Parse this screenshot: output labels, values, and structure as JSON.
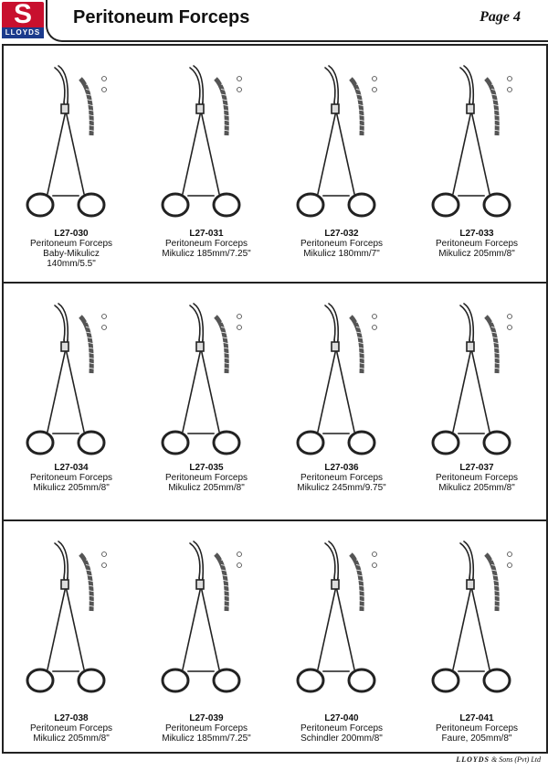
{
  "header": {
    "logo_letter": "S",
    "logo_text": "LLOYDS",
    "title": "Peritoneum Forceps",
    "page": "Page 4"
  },
  "items": [
    {
      "code": "L27-030",
      "name": "Peritoneum Forceps",
      "desc": "Baby-Mikulicz",
      "size": "140mm/5.5\""
    },
    {
      "code": "L27-031",
      "name": "Peritoneum Forceps",
      "desc": "Mikulicz 185mm/7.25\"",
      "size": ""
    },
    {
      "code": "L27-032",
      "name": "Peritoneum Forceps",
      "desc": "Mikulicz 180mm/7\"",
      "size": ""
    },
    {
      "code": "L27-033",
      "name": "Peritoneum Forceps",
      "desc": "Mikulicz 205mm/8\"",
      "size": ""
    },
    {
      "code": "L27-034",
      "name": "Peritoneum Forceps",
      "desc": "Mikulicz 205mm/8\"",
      "size": ""
    },
    {
      "code": "L27-035",
      "name": "Peritoneum Forceps",
      "desc": "Mikulicz 205mm/8\"",
      "size": ""
    },
    {
      "code": "L27-036",
      "name": "Peritoneum Forceps",
      "desc": "Mikulicz 245mm/9.75\"",
      "size": ""
    },
    {
      "code": "L27-037",
      "name": "Peritoneum Forceps",
      "desc": "Mikulicz 205mm/8\"",
      "size": ""
    },
    {
      "code": "L27-038",
      "name": "Peritoneum Forceps",
      "desc": "Mikulicz 205mm/8\"",
      "size": ""
    },
    {
      "code": "L27-039",
      "name": "Peritoneum Forceps",
      "desc": "Mikulicz 185mm/7.25\"",
      "size": ""
    },
    {
      "code": "L27-040",
      "name": "Peritoneum Forceps",
      "desc": "Schindler 200mm/8\"",
      "size": ""
    },
    {
      "code": "L27-041",
      "name": "Peritoneum Forceps",
      "desc": "Faure, 205mm/8\"",
      "size": ""
    }
  ],
  "footer": {
    "brand": "LLOYDS",
    "rest": "& Sons (Pvt) Ltd"
  }
}
